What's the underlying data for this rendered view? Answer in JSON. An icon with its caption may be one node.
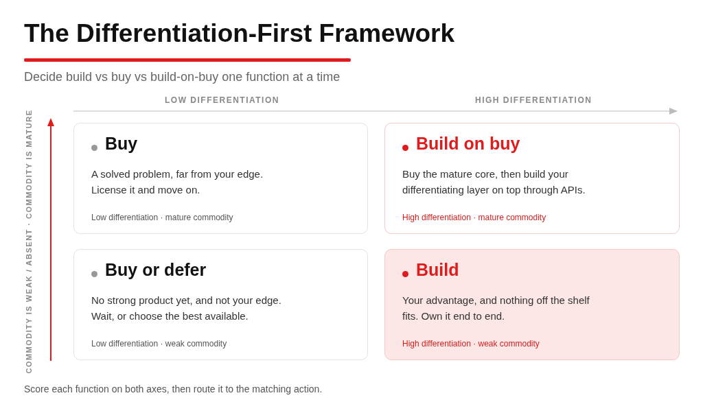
{
  "diagram": {
    "title": "The Differentiation-First Framework",
    "caption": "Score each function on both axes, then route it to the matching action.",
    "nodes": [
      {
        "text": [
          "Buy",
          "A solved problem, far from your edge. License it and move on.",
          "Low differentiation · mature commodity"
        ]
      },
      {
        "text": [
          "Build on buy",
          "Buy the mature core, then build your differentiating layer on top through APIs.",
          "High differentiation · mature commodity"
        ]
      },
      {
        "text": [
          "Buy or defer",
          "No strong product yet, and not your edge. Wait, or choose the best available.",
          "Low differentiation · weak commodity"
        ]
      },
      {
        "text": [
          "Build",
          "Your advantage, and nothing off the shelf fits. Own it end to end.",
          "High differentiation · weak commodity"
        ]
      }
    ],
    "labels": [
      "Decide build vs buy vs build-on-buy one function at a time",
      "LOW DIFFERENTIATION",
      "HIGH DIFFERENTIATION",
      "COMMODITY IS WEAK / ABSENT · COMMODITY IS MATURE"
    ]
  }
}
